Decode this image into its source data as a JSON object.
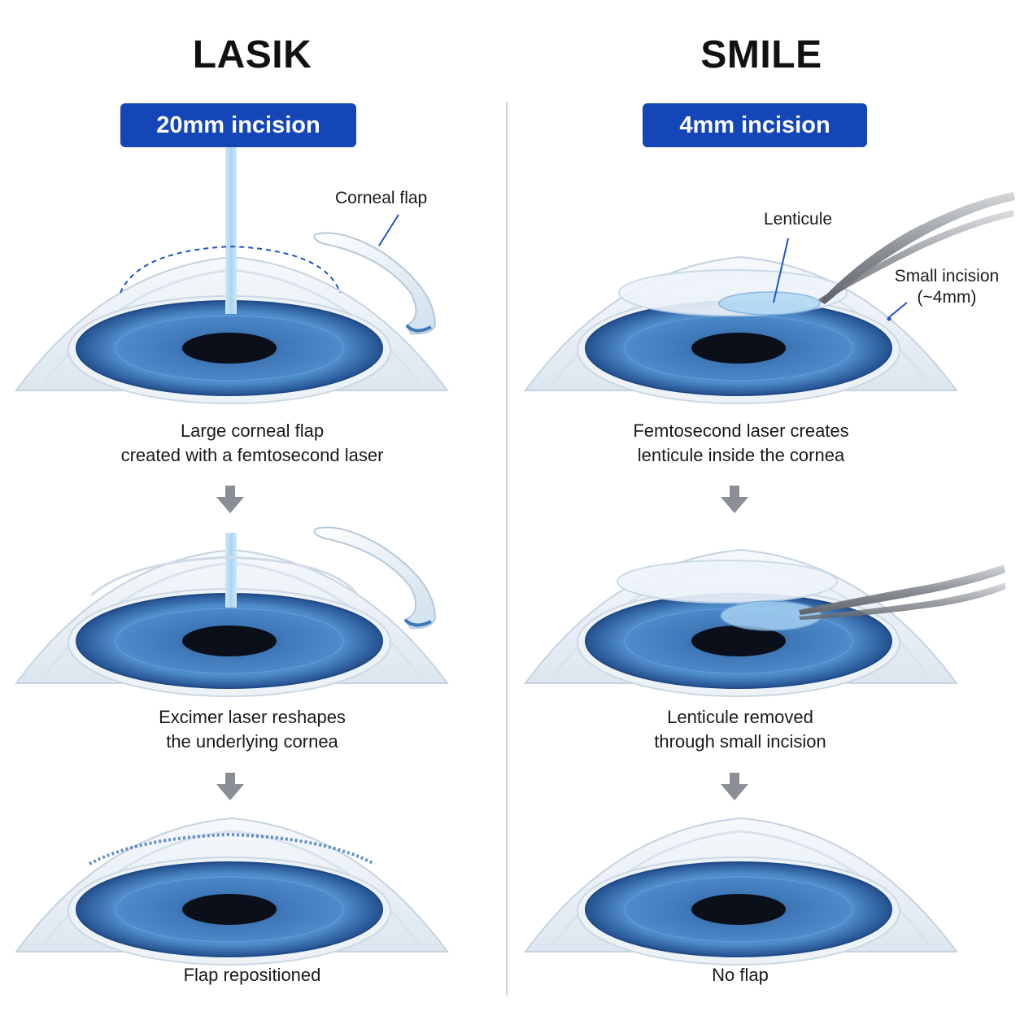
{
  "lasik": {
    "title": "LASIK",
    "incision_badge": "20mm incision",
    "labels": {
      "corneal_flap": "Corneal flap"
    },
    "steps": [
      {
        "line1": "Large corneal flap",
        "line2": "created with a femtosecond laser"
      },
      {
        "line1": "Excimer laser reshapes",
        "line2": "the underlying cornea"
      },
      {
        "line1": "Flap repositioned",
        "line2": ""
      }
    ]
  },
  "smile": {
    "title": "SMILE",
    "incision_badge": "4mm incision",
    "labels": {
      "lenticule": "Lenticule",
      "small_incision_1": "Small incision",
      "small_incision_2": "(~4mm)"
    },
    "steps": [
      {
        "line1": "Femtosecond laser creates",
        "line2": "lenticule inside the cornea"
      },
      {
        "line1": "Lenticule removed",
        "line2": "through small incision"
      },
      {
        "line1": "No flap",
        "line2": ""
      }
    ]
  },
  "colors": {
    "badge": "#1446b8",
    "iris": "#3f78b8",
    "laser_beam": "#a9d4f3",
    "arrow": "#8a8f96",
    "dashed_line": "#1e54c8"
  }
}
